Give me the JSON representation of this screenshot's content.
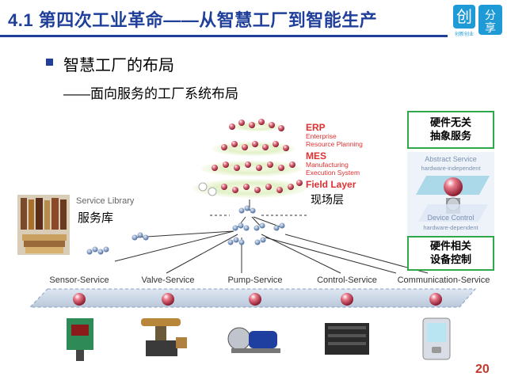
{
  "title": "4.1 第四次工业革命——从智慧工厂到智能生产",
  "logo": {
    "main": "创分享",
    "sub": "创新创业"
  },
  "heading": "智慧工厂的布局",
  "subheading": "——面向服务的工厂系统布局",
  "tiers": [
    {
      "name": "ERP",
      "sub": [
        "Enterprise",
        "Resource Planning"
      ]
    },
    {
      "name": "MES",
      "sub": [
        "Manufacturing",
        "Execution System"
      ]
    },
    {
      "name": "Field Layer",
      "sub": []
    }
  ],
  "field_layer_cn": "现场层",
  "service_library": {
    "en": "Service Library",
    "cn": "服务库"
  },
  "abstraction_panel": {
    "top_box": [
      "硬件无关",
      "抽象服务"
    ],
    "abstract_service": "Abstract Service",
    "hardware_independent": "hardware-independent",
    "device_control": "Device Control",
    "hardware_dependent": "hardware-dependent",
    "bottom_box": [
      "硬件相关",
      "设备控制"
    ]
  },
  "services": [
    {
      "label": "Sensor-Service"
    },
    {
      "label": "Valve-Service"
    },
    {
      "label": "Pump-Service"
    },
    {
      "label": "Control-Service"
    },
    {
      "label": "Communication-Service"
    }
  ],
  "colors": {
    "title": "#1f3f9a",
    "tier": "#e03030",
    "box_border": "#2fa84a",
    "band": "#c8d4e4",
    "page_number": "#c0392b"
  },
  "page_number": "20"
}
